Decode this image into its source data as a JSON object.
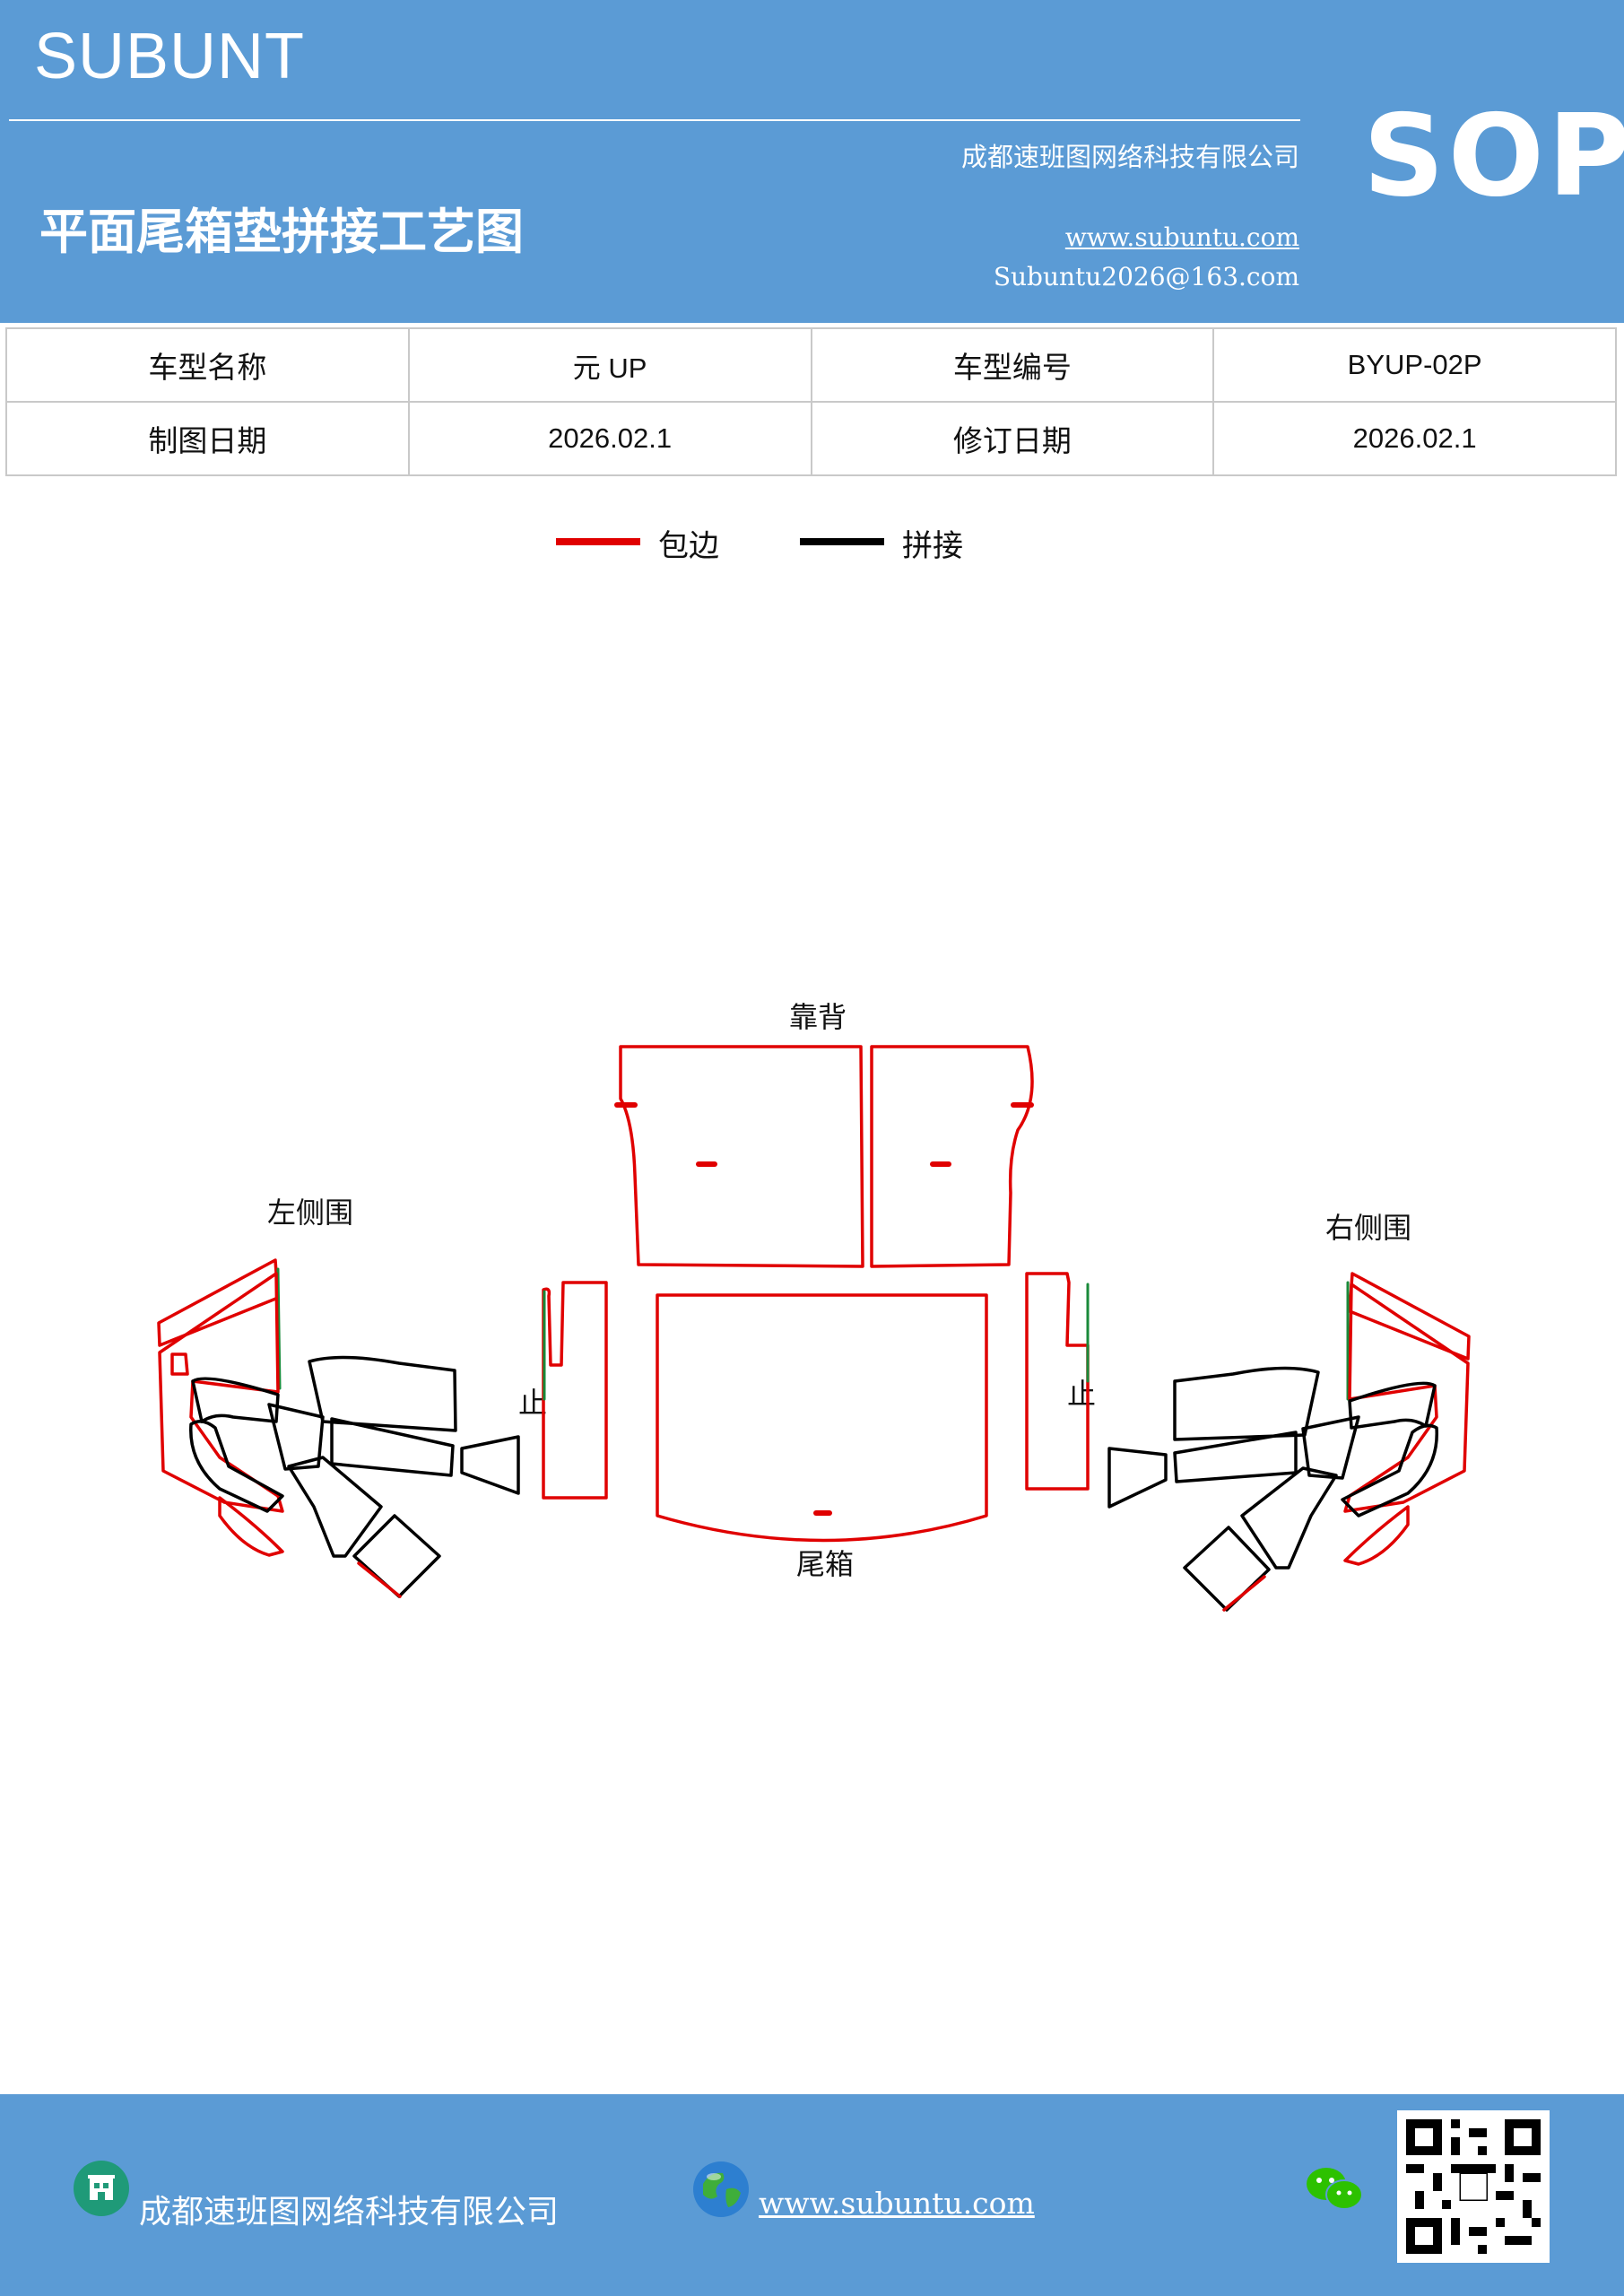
{
  "header": {
    "brand": "SUBUNT",
    "company": "成都速班图网络科技有限公司",
    "title": "平面尾箱垫拼接工艺图",
    "website": "www.subuntu.com",
    "email": "Subuntu2026@163.com",
    "badge": "SOP",
    "background_color": "#5b9bd5"
  },
  "info_table": {
    "rows": [
      [
        "车型名称",
        "元 UP",
        "车型编号",
        "BYUP-02P"
      ],
      [
        "制图日期",
        "2026.02.1",
        "修订日期",
        "2026.02.1"
      ]
    ]
  },
  "legend": {
    "items": [
      {
        "label": "包边",
        "color": "#e00000"
      },
      {
        "label": "拼接",
        "color": "#000000"
      }
    ]
  },
  "diagram": {
    "labels": {
      "backrest": "靠背",
      "left_side": "左侧围",
      "right_side": "右侧围",
      "trunk": "尾箱",
      "stop_left": "止",
      "stop_right": "止"
    },
    "colors": {
      "edge_binding": "#e00000",
      "splice": "#000000",
      "other": "#1a8a3a"
    }
  },
  "footer": {
    "company": "成都速班图网络科技有限公司",
    "website": "www.subuntu.com",
    "icons": [
      "building-icon",
      "globe-icon",
      "wechat-icon",
      "qr-code"
    ]
  }
}
